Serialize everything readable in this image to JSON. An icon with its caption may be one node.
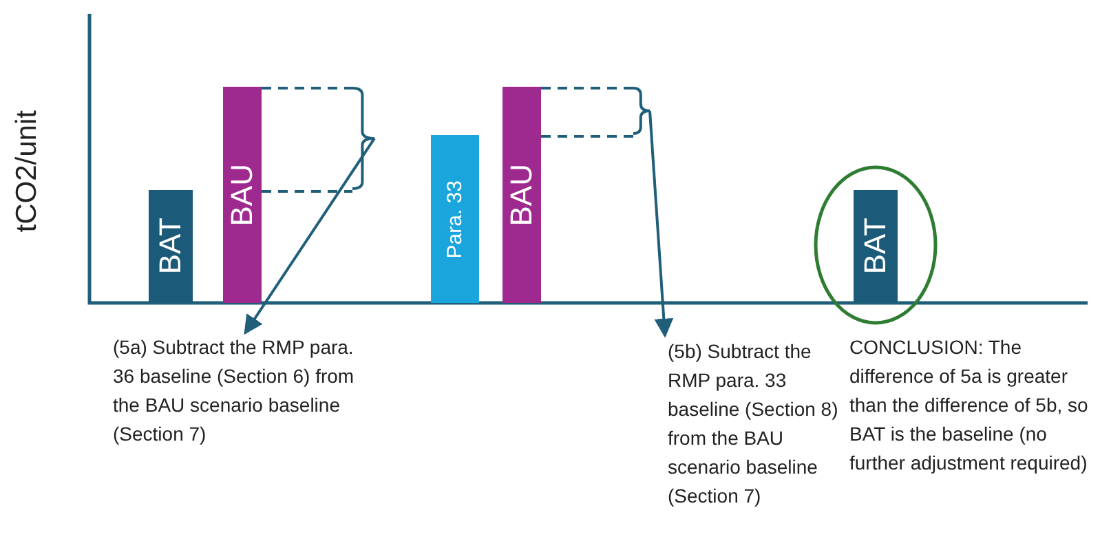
{
  "diagram": {
    "nodes": [
      {
        "text": [
          "BAT"
        ]
      },
      {
        "text": [
          "BAU"
        ]
      },
      {
        "text": [],
        "shape": "bracket"
      },
      {
        "text": [
          "Para. 33"
        ]
      },
      {
        "text": [
          "BAU"
        ]
      },
      {
        "text": [],
        "shape": "bracket"
      },
      {
        "text": [],
        "shape": "circle"
      },
      {
        "text": [
          "BAT"
        ],
        "in": 6
      },
      {
        "text": [
          "(5a) Subtract the RMP para. 36 baseline (Section 6) from the BAU scenario baseline (Section 7)"
        ]
      },
      {
        "text": [
          "(5b) Subtract the RMP para. 33 baseline (Section 8) from the BAU scenario baseline (Section 7)"
        ]
      }
    ],
    "edges": [
      {
        "from": 1,
        "to": 2,
        "arrow": "none",
        "style": "dashed"
      },
      {
        "from": 1,
        "to": 2,
        "arrow": "none",
        "style": "dashed"
      },
      {
        "from": 4,
        "to": 5,
        "arrow": "none",
        "style": "dashed"
      },
      {
        "from": 4,
        "to": 5,
        "arrow": "none",
        "style": "dashed"
      },
      {
        "from": 2,
        "to": 8,
        "arrow": "to"
      },
      {
        "from": 5,
        "to": 9,
        "arrow": "to"
      }
    ],
    "labels": [
      "tCO2/unit",
      "CONCLUSION: The difference of 5a is greater than the difference of 5b, so BAT is the baseline (no further adjustment required)"
    ]
  }
}
